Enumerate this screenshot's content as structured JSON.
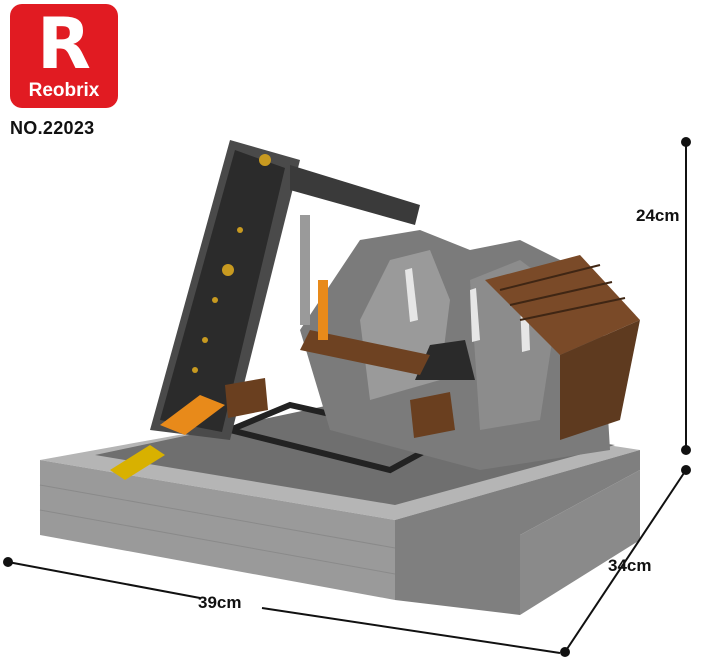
{
  "brand": {
    "logo_letter": "R",
    "name": "Reobrix",
    "color": "#e11b22"
  },
  "model_number": "NO.22023",
  "dimensions": {
    "height": "24cm",
    "depth": "34cm",
    "width": "39cm"
  },
  "colors": {
    "base_gray": "#8f8f8f",
    "rock_gray": "#7b7b7b",
    "wood_brown": "#7a4a28",
    "accent_orange": "#e88a1a"
  }
}
